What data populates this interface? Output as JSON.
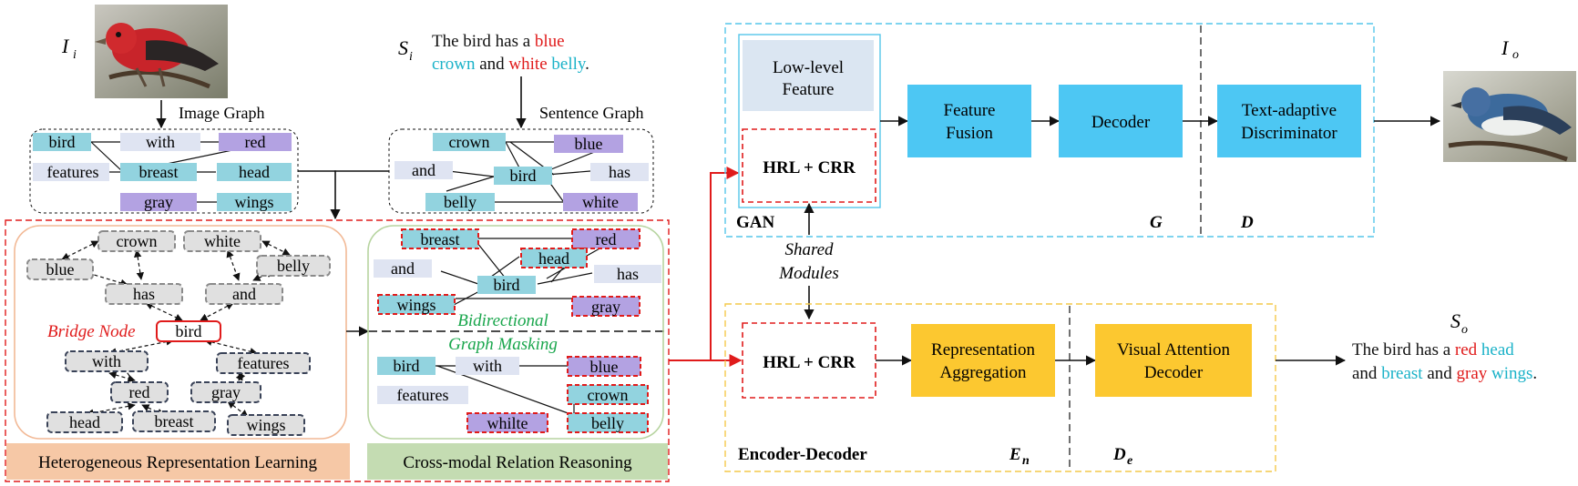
{
  "inputs": {
    "image_label": "I",
    "image_label_sub": "i",
    "sentence_label": "S",
    "sentence_label_sub": "i",
    "sentence_words": [
      {
        "text": "The bird has a ",
        "color": "#111111"
      },
      {
        "text": "blue",
        "color": "#e01b1b"
      },
      {
        "text": "crown",
        "color": "#1ab2c8"
      },
      {
        "text": " and ",
        "color": "#111111"
      },
      {
        "text": "white",
        "color": "#e01b1b"
      },
      {
        "text": " belly",
        "color": "#1ab2c8"
      },
      {
        "text": ".",
        "color": "#111111"
      }
    ]
  },
  "image_graph": {
    "title": "Image Graph",
    "nodes": [
      "bird",
      "with",
      "red",
      "features",
      "breast",
      "head",
      "gray",
      "wings"
    ]
  },
  "sentence_graph": {
    "title": "Sentence Graph",
    "nodes": [
      "crown",
      "blue",
      "and",
      "bird",
      "has",
      "belly",
      "white"
    ]
  },
  "hrl": {
    "nodes": [
      "crown",
      "white",
      "blue",
      "belly",
      "has",
      "and",
      "bird",
      "with",
      "features",
      "red",
      "gray",
      "head",
      "breast",
      "wings"
    ],
    "bridge_label": "Bridge Node",
    "footer": "Heterogeneous Representation Learning"
  },
  "crr": {
    "upper_nodes": [
      "breast",
      "red",
      "head",
      "and",
      "has",
      "bird",
      "wings",
      "gray"
    ],
    "lower_nodes": [
      "bird",
      "with",
      "blue",
      "features",
      "crown",
      "whilte",
      "belly"
    ],
    "mask_label_1": "Bidirectional",
    "mask_label_2": "Graph Masking",
    "footer": "Cross-modal Relation Reasoning"
  },
  "gan": {
    "low_level": "Low-level Feature",
    "hrl_crr": "HRL + CRR",
    "feature_fusion": "Feature Fusion",
    "decoder": "Decoder",
    "discriminator": "Text-adaptive Discriminator",
    "label": "GAN",
    "g_label": "G",
    "d_label": "D",
    "output_label": "I",
    "output_sub": "o"
  },
  "shared": {
    "line1": "Shared",
    "line2": "Modules"
  },
  "encdec": {
    "hrl_crr": "HRL + CRR",
    "aggregation": "Representation Aggregation",
    "attention": "Visual Attention Decoder",
    "label": "Encoder-Decoder",
    "en_label": "E",
    "en_sub": "n",
    "de_label": "D",
    "de_sub": "e",
    "output_label": "S",
    "output_sub": "o",
    "output_line1": [
      {
        "text": "The bird has a ",
        "color": "#111111"
      },
      {
        "text": "red",
        "color": "#e01b1b"
      },
      {
        "text": " head",
        "color": "#1ab2c8"
      }
    ],
    "output_line2": [
      {
        "text": "and ",
        "color": "#111111"
      },
      {
        "text": "breast",
        "color": "#1ab2c8"
      },
      {
        "text": " and ",
        "color": "#111111"
      },
      {
        "text": "gray",
        "color": "#e01b1b"
      },
      {
        "text": " wings",
        "color": "#1ab2c8"
      },
      {
        "text": ".",
        "color": "#111111"
      }
    ]
  },
  "colors": {
    "cyan_node": "#92d3df",
    "purple_node": "#b3a2e2",
    "pale_node": "#dfe4f2",
    "module_blue": "#4dc7f3",
    "module_yellow": "#fcc830",
    "lowlevel": "#dbe6f2",
    "hrl_footer": "#f6c8a6",
    "crr_footer": "#c4dcb2",
    "red": "#e01b1b",
    "cyan_text": "#1ab2c8",
    "green_text": "#19a64c"
  }
}
